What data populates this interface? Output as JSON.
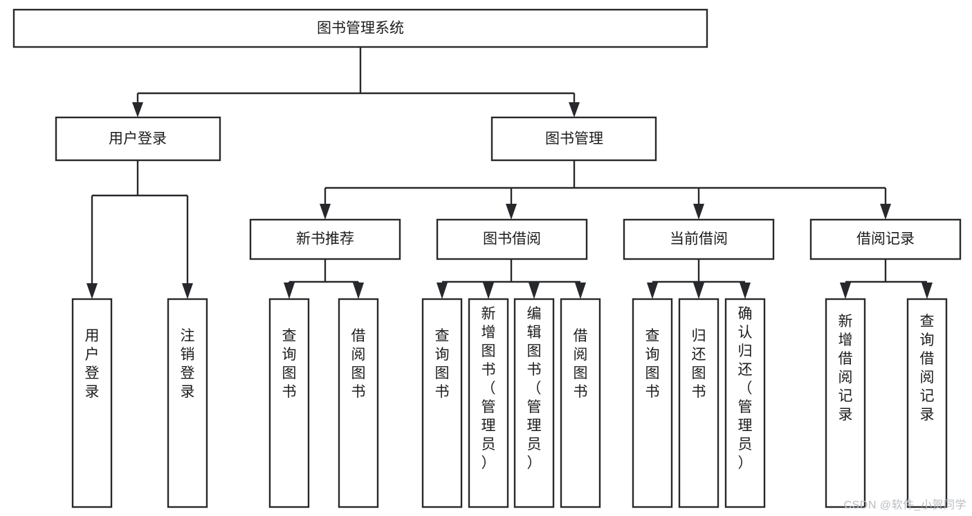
{
  "diagram": {
    "title_node": {
      "label": "图书管理系统"
    },
    "level2": [
      {
        "label": "用户登录"
      },
      {
        "label": "图书管理"
      }
    ],
    "level3": [
      {
        "label": "新书推荐"
      },
      {
        "label": "图书借阅"
      },
      {
        "label": "当前借阅"
      },
      {
        "label": "借阅记录"
      }
    ],
    "leaves": {
      "user_login": [
        {
          "label": "用户登录"
        },
        {
          "label": "注销登录"
        }
      ],
      "new_book": [
        {
          "label": "查询图书"
        },
        {
          "label": "借阅图书"
        }
      ],
      "book_borrow": [
        {
          "label": "查询图书"
        },
        {
          "label": "新增图书（管理员）"
        },
        {
          "label": "编辑图书（管理员）"
        },
        {
          "label": "借阅图书"
        }
      ],
      "current_borrow": [
        {
          "label": "查询图书"
        },
        {
          "label": "归还图书"
        },
        {
          "label": "确认归还（管理员）"
        }
      ],
      "borrow_record": [
        {
          "label": "新增借阅记录"
        },
        {
          "label": "查询借阅记录"
        }
      ]
    }
  },
  "watermark": {
    "text": "CSDN @软件_小贺同学"
  },
  "colors": {
    "box_stroke": "#26282b",
    "box_fill": "#ffffff",
    "text": "#1c1c1c",
    "watermark": "#b9bcc0",
    "background": "#ffffff"
  }
}
